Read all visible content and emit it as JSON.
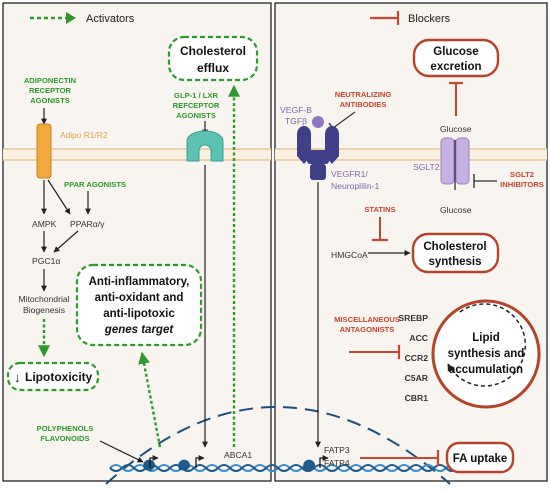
{
  "legend": {
    "activators": "Activators",
    "blockers": "Blockers"
  },
  "left": {
    "adiponectin": [
      "ADIPONECTIN",
      "RECEPTOR",
      "AGONISTS"
    ],
    "adipo_r": "Adipo  R1/R2",
    "ppar_agonists": "PPAR AGONISTS",
    "ampk": "AMPK",
    "ppar": "PPARα/γ",
    "pgc1a": "PGC1α",
    "mito": [
      "Mitochondrial",
      "Biogenesis"
    ],
    "lipotoxicity": "Lipotoxicity",
    "lipotoxicity_arrow": "↓",
    "cholesterol_efflux": [
      "Cholesterol",
      "efflux"
    ],
    "glp1": [
      "GLP-1 / LXR",
      "REFCEPTOR",
      "AGONISTS"
    ],
    "anti_inflammatory": [
      "Anti-inflammatory,",
      "anti-oxidant and",
      "anti-lipotoxic"
    ],
    "genes_target": "genes target",
    "polyphenols": [
      "POLYPHENOLS",
      "FLAVONOIDS"
    ],
    "abca1": "ABCA1"
  },
  "right": {
    "glucose_excretion": [
      "Glucose",
      "excretion"
    ],
    "neutralizing": [
      "NEUTRALIZING",
      "ANTIBODIES"
    ],
    "vegfb": [
      "VEGF-B",
      "TGFβ"
    ],
    "vegfr1": [
      "VEGFR1/",
      "Neuroplilin-1"
    ],
    "glucose_top": "Glucose",
    "glucose_bottom": "Glucose",
    "sglt2": "SGLT2",
    "sglt2_inhibitors": [
      "SGLT2",
      "INHIBITORS"
    ],
    "statins": "STATINS",
    "hmgcoa": "HMGCoA",
    "cholesterol_synthesis": [
      "Cholesterol",
      "synthesis"
    ],
    "misc": [
      "MISCELLANEOUS",
      "ANTAGONISTS"
    ],
    "targets": [
      "SREBP",
      "ACC",
      "CCR2",
      "C5AR",
      "CBR1"
    ],
    "lipid": [
      "Lipid",
      "synthesis and",
      "accumulation"
    ],
    "fatp": [
      "FATP3",
      "FATP4"
    ],
    "fa_uptake": "FA uptake"
  },
  "colors": {
    "green": "#2e9a2e",
    "red": "#c8452e",
    "membrane": "#e6c79a",
    "dna": "#1e5a8c"
  }
}
